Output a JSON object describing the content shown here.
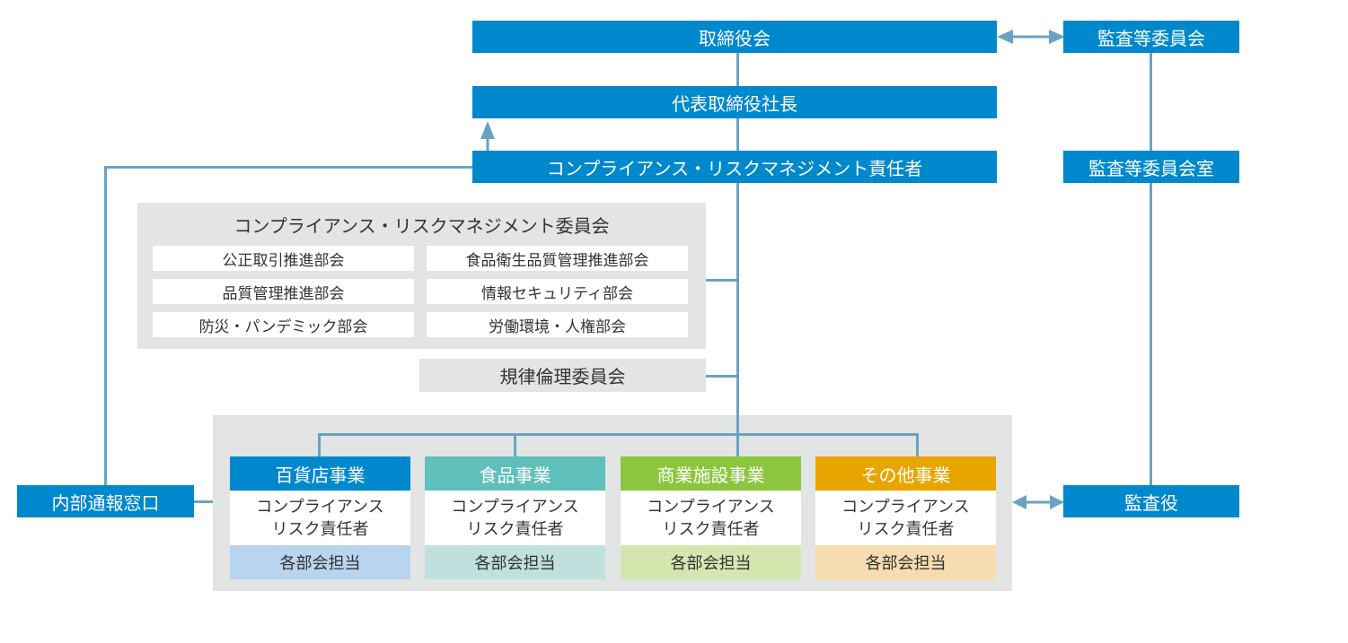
{
  "top": {
    "board": "取締役会",
    "president": "代表取締役社長",
    "cr_officer": "コンプライアンス・リスクマネジメント責任者"
  },
  "audit": {
    "committee": "監査等委員会",
    "committee_office": "監査等委員会室",
    "auditor": "監査役"
  },
  "committee": {
    "title": "コンプライアンス・リスクマネジメント委員会",
    "subcommittees": [
      "公正取引推進部会",
      "食品衛生品質管理推進部会",
      "品質管理推進部会",
      "情報セキュリティ部会",
      "防災・パンデミック部会",
      "労働環境・人権部会"
    ]
  },
  "ethics_committee": "規律倫理委員会",
  "hotline": "内部通報窓口",
  "businesses": [
    {
      "name": "百貨店事業",
      "officer_line1": "コンプライアンス",
      "officer_line2": "リスク責任者",
      "staff": "各部会担当",
      "head_color": "#0088cc",
      "foot_color": "#b8d4ee"
    },
    {
      "name": "食品事業",
      "officer_line1": "コンプライアンス",
      "officer_line2": "リスク責任者",
      "staff": "各部会担当",
      "head_color": "#5fbfbb",
      "foot_color": "#bfe0dd"
    },
    {
      "name": "商業施設事業",
      "officer_line1": "コンプライアンス",
      "officer_line2": "リスク責任者",
      "staff": "各部会担当",
      "head_color": "#8cc63e",
      "foot_color": "#d4e6ae"
    },
    {
      "name": "その他事業",
      "officer_line1": "コンプライアンス",
      "officer_line2": "リスク責任者",
      "staff": "各部会担当",
      "head_color": "#e8a500",
      "foot_color": "#f6dcae"
    }
  ],
  "colors": {
    "primary": "#0088cc",
    "connector": "#6aa3c2",
    "panel": "#e2e5e3"
  }
}
